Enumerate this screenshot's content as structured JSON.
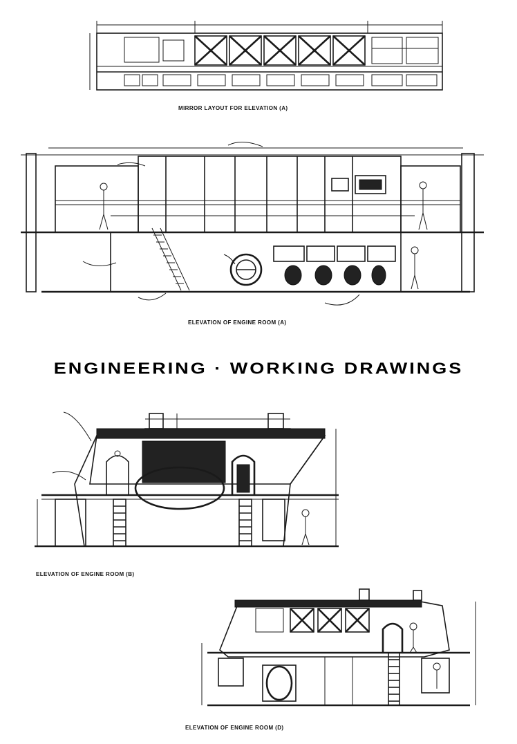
{
  "sheet": {
    "heading": "ENGINEERING · WORKING DRAWINGS",
    "captions": {
      "mirror_layout": "MIRROR LAYOUT FOR ELEVATION (A)",
      "engine_room_a": "ELEVATION OF ENGINE ROOM (A)",
      "engine_room_b": "ELEVATION OF ENGINE ROOM (B)",
      "engine_room_d": "ELEVATION OF ENGINE ROOM (D)"
    }
  },
  "colors": {
    "ink": "#1a1a1a",
    "paper": "#ffffff"
  }
}
